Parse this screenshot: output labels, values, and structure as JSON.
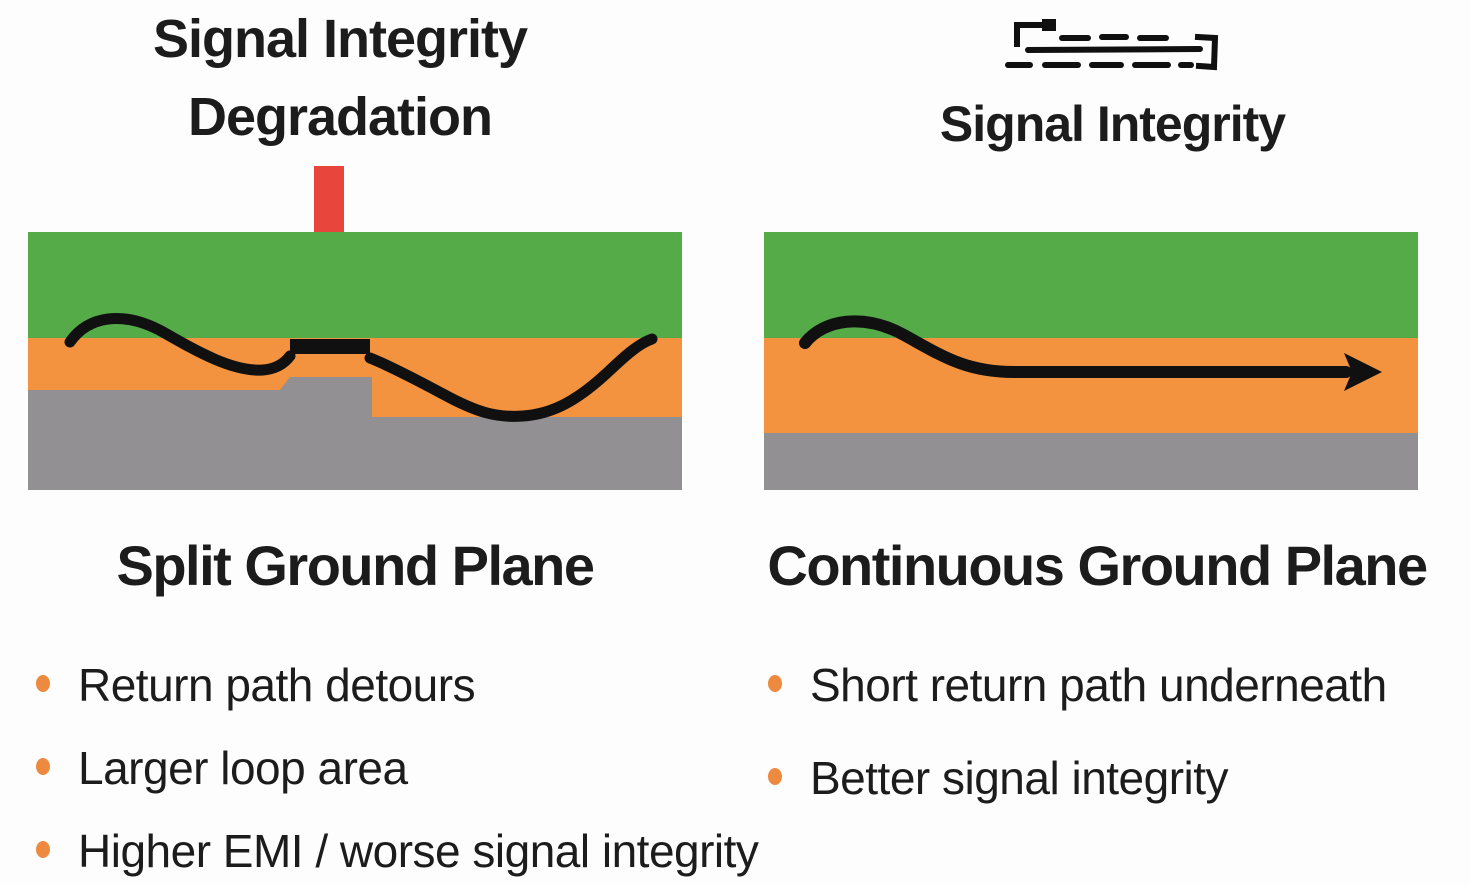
{
  "colors": {
    "background": "#fdfdfd",
    "green": "#55ab48",
    "orange": "#f3923f",
    "gray": "#929092",
    "red": "#e8453c",
    "trace": "#101010",
    "bullet": "#ee8a3f",
    "text": "#1c1c1c"
  },
  "left": {
    "title_line1": "Signal Integrity",
    "title_line2": "Degradation",
    "label": "Split Ground Plane",
    "bullets": [
      "Return path detours",
      "Larger loop area",
      "Higher EMI / worse signal integrity"
    ]
  },
  "right": {
    "title": "Signal Integrity",
    "label": "Continuous Ground Plane",
    "bullets": [
      "Short return path underneath",
      "Better signal integrity"
    ]
  },
  "icons": {
    "down_arrow": "red-down-arrow-icon",
    "signal_sketch": "clean-signal-sketch-icon",
    "bullet_dot": "orange-bullet-icon"
  }
}
